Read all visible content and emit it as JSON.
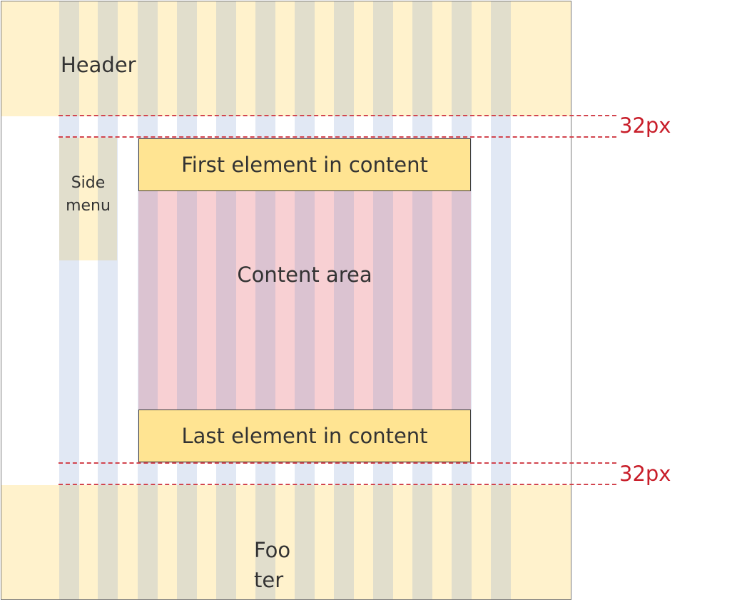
{
  "header": {
    "label": "Header"
  },
  "side_menu": {
    "label": "Side\nmenu"
  },
  "content": {
    "label": "Content area",
    "first_element": "First element in content",
    "last_element": "Last element in content"
  },
  "footer": {
    "label": "Foo\nter"
  },
  "annotations": {
    "top_gap": "32px",
    "bottom_gap": "32px"
  },
  "colors": {
    "band": "#fff2cc",
    "content": "#f8d0d3",
    "element": "#ffe492",
    "grid_column": "#dfe5f1",
    "guide": "#d2454f",
    "annotation_text": "#c81e2a"
  }
}
